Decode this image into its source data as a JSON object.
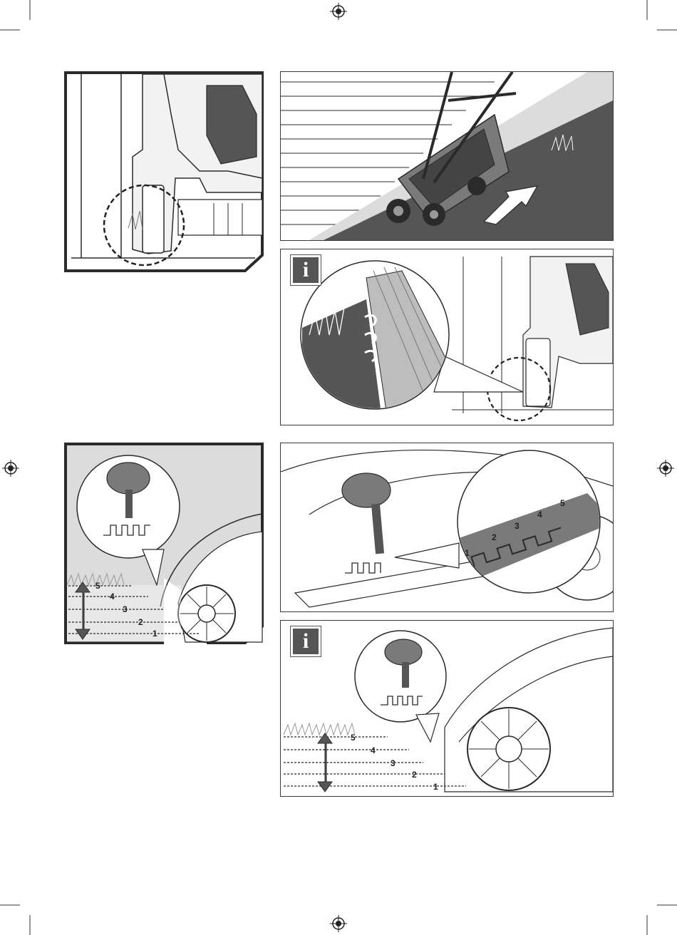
{
  "info_badges": {
    "glyph": "i"
  },
  "height_scale_large": {
    "levels": [
      "5",
      "4",
      "3",
      "2",
      "1"
    ]
  },
  "height_scale_info": {
    "levels": [
      "5",
      "4",
      "3",
      "2",
      "1"
    ]
  },
  "height_selector_slots": {
    "labels": [
      "1",
      "2",
      "3",
      "4",
      "5"
    ]
  },
  "colors": {
    "panel_gray": "#dcdcdc",
    "dark_gray": "#555555",
    "mid_gray": "#7a7a7a",
    "line": "#2a2a2a"
  }
}
